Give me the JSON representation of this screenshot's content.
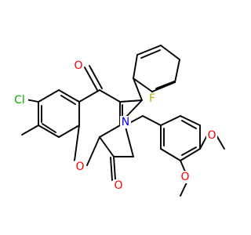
{
  "molecule": {
    "atom_labels": {
      "chlorine": "Cl",
      "fluorine": "F",
      "ketone_oxygen": "O",
      "lactam_oxygen": "O",
      "ring_oxygen": "O",
      "nitrogen": "N",
      "methoxy_oxygen_upper": "O",
      "methoxy_oxygen_lower": "O"
    },
    "colors": {
      "bond": "#000000",
      "oxygen": "#ff0000",
      "nitrogen": "#0000ff",
      "chlorine": "#00b000",
      "fluorine": "#b0b000"
    }
  }
}
